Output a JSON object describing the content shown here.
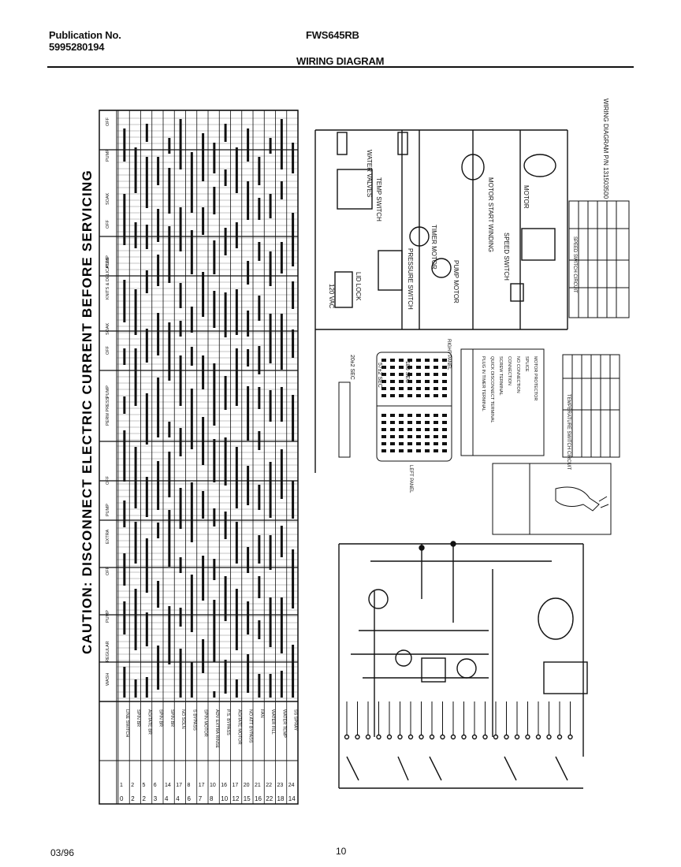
{
  "header": {
    "publication_label": "Publication No.",
    "publication_number": "5995280194",
    "model": "FWS645RB",
    "title": "WIRING DIAGRAM"
  },
  "caution": "CAUTION: DISCONNECT ELECTRIC CURRENT BEFORE SERVICING",
  "timer_chart": {
    "circuit_rows": [
      "LINE SWITCH",
      "SPIN BR",
      "AGITATE BR",
      "SPIN BR",
      "SPIN BR",
      "NO SOLN",
      "S BYPASS",
      "SPIN MOTOR",
      "ADV EXTRA RINSE",
      "P.S. BYPASS",
      "AGITATE MOTOR",
      "NO ATT BYPASS",
      "FAN",
      "WATER FILL",
      "WATER TEMP",
      "SS SPRAY"
    ],
    "column_groups": [
      "WASH",
      "REGULAR",
      "PUMP",
      "OFF",
      "EXTRA",
      "PUMP",
      "OFF",
      "PERM PRESS",
      "PUMP",
      "OFF",
      "SOAK",
      "KNITS & DELICATES",
      "PUMP",
      "OFF",
      "SOAK",
      "PUMP",
      "OFF"
    ],
    "left_numbers": [
      "0",
      "2",
      "2",
      "3",
      "4",
      "4",
      "6",
      "7",
      "8",
      "10",
      "12",
      "15",
      "16",
      "22",
      "18",
      "14"
    ],
    "right_numbers": [
      "1",
      "2",
      "5",
      "6",
      "14",
      "17",
      "8",
      "17",
      "10",
      "16",
      "17",
      "20",
      "21",
      "22",
      "23",
      "24"
    ]
  },
  "schematic": {
    "voltage": "120 VAC",
    "labels": [
      "WATER VALVES",
      "TEMP SWITCH",
      "PRESSURE SWITCH",
      "LID LOCK",
      "TIMER MOTOR",
      "PUMP MOTOR",
      "MOTOR START WINDING",
      "MOTOR",
      "SPEED SWITCH"
    ],
    "drawing_ref": "WIRING DIAGRAM P/N 131503500",
    "speed_table_title": "SPEED SWITCH CIRCUIT",
    "temp_table_title": "TEMPERATURE SWITCH CIRCUIT"
  },
  "legend": {
    "items": [
      "PLUG IN TIMER TERMINAL",
      "QUICK DISCONNECT TERMINAL",
      "SCREW TERMINAL",
      "CONNECTION",
      "NO CONNECTION",
      "SPLICE",
      "MOTOR PROTECTOR"
    ],
    "timer_scale": [
      "20±2 SEC",
      "57±2 SEC",
      "180 SEC"
    ],
    "panels": [
      "RIGHT PANEL",
      "LEFT PANEL"
    ]
  },
  "footer": {
    "date": "03/96",
    "page": "10"
  }
}
